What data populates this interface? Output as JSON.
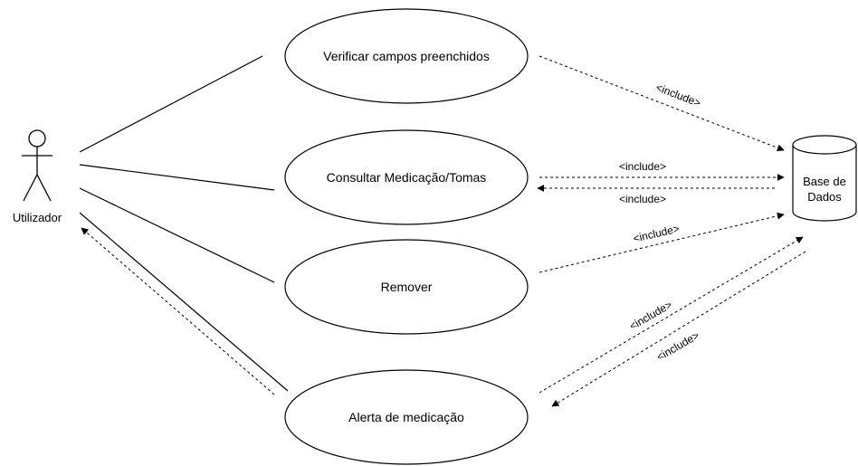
{
  "actor": {
    "name": "Utilizador"
  },
  "use_cases": {
    "verificar": "Verificar campos preenchidos",
    "consultar": "Consultar Medicação/Tomas",
    "remover": "Remover",
    "alerta": "Alerta de medicação"
  },
  "database": {
    "line1": "Base de",
    "line2": "Dados"
  },
  "edge_labels": {
    "verificar_db": "<include>",
    "consultar_db": "<include>",
    "db_consultar": "<include>",
    "remover_db": "<include>",
    "alerta_db": "<include>",
    "db_alerta": "<include>"
  }
}
